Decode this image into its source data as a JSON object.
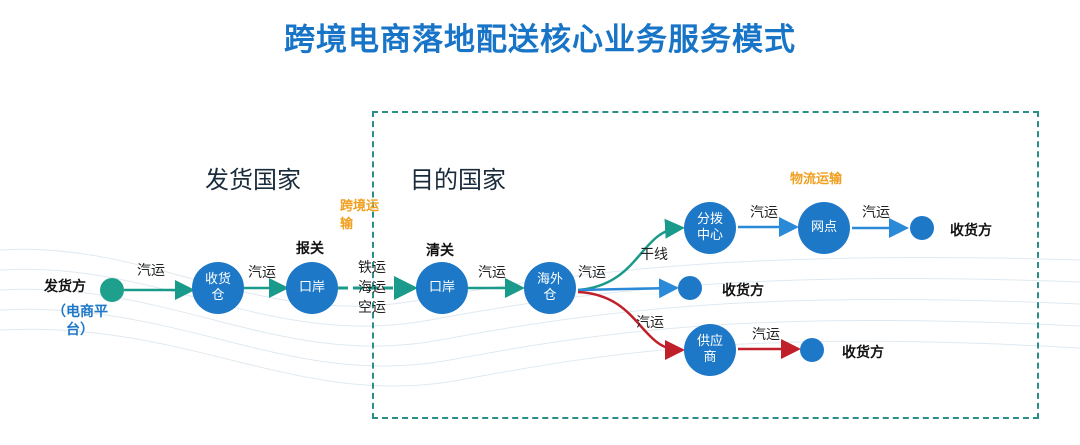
{
  "title": "跨境电商落地配送核心业务服务模式",
  "regions": {
    "origin": "发货国家",
    "destination": "目的国家"
  },
  "sender": {
    "label": "发货方",
    "sub": "（电商平台）"
  },
  "nodes": {
    "warehouse": "收货仓",
    "port_origin": "口岸",
    "port_dest": "口岸",
    "overseas": "海外仓",
    "sorting": "分拨中心",
    "outlet": "网点",
    "supplier": "供应商"
  },
  "edge_labels": {
    "truck1": "汽运",
    "truck2": "汽运",
    "modes": "铁运\n海运\n空运",
    "truck3": "汽运",
    "truck4": "汽运",
    "trunk": "干线",
    "truck5": "汽运",
    "truck6": "汽运",
    "truck7": "汽运",
    "truck8": "汽运"
  },
  "annotations": {
    "declare": "报关",
    "clearance": "清关",
    "cross_border": "跨境运输",
    "logistics": "物流运输"
  },
  "receivers": {
    "r1": "收货方",
    "r2": "收货方",
    "r3": "收货方"
  },
  "colors": {
    "title": "#1874c7",
    "node": "#1e78c8",
    "sender": "#1fa08c",
    "arrow_teal": "#1a9a8a",
    "arrow_blue": "#2a8ad8",
    "arrow_red": "#c0202a",
    "orange": "#f0a020",
    "dashed_box": "#2a8f86"
  }
}
